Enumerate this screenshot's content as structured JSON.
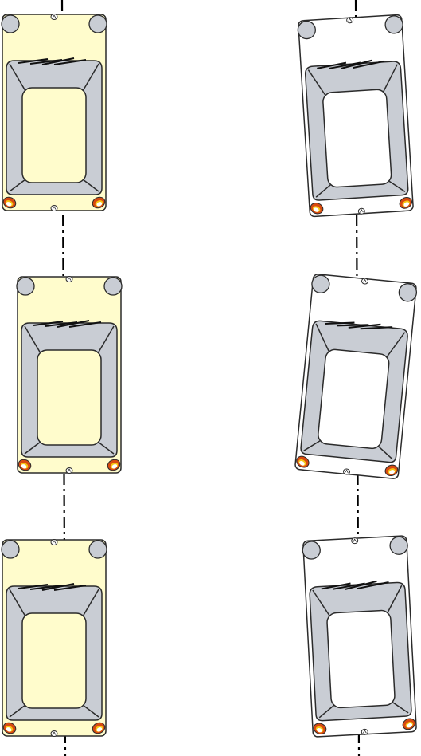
{
  "colors": {
    "body_yellow": "#fffccc",
    "body_white": "#ffffff",
    "outline": "#2b2b2b",
    "frame_gray": "#c9cdd4",
    "light_red": "#d84a10",
    "light_yellow": "#f6c514",
    "centerline": "#000000"
  },
  "icons": {
    "mirror": "mirror-circle-icon",
    "tail_light": "tail-light-icon",
    "hinge": "hinge-marker-icon",
    "wiper": "wiper-icon"
  },
  "vehicles": [
    {
      "id": "left-top",
      "column": "left",
      "fill": "yellow",
      "rotation_deg": 0
    },
    {
      "id": "left-middle",
      "column": "left",
      "fill": "yellow",
      "rotation_deg": 0
    },
    {
      "id": "left-bottom",
      "column": "left",
      "fill": "yellow",
      "rotation_deg": 0
    },
    {
      "id": "right-top",
      "column": "right",
      "fill": "white",
      "rotation_deg": -3.5
    },
    {
      "id": "right-middle",
      "column": "right",
      "fill": "white",
      "rotation_deg": 5.5
    },
    {
      "id": "right-bottom",
      "column": "right",
      "fill": "white",
      "rotation_deg": -3
    }
  ]
}
